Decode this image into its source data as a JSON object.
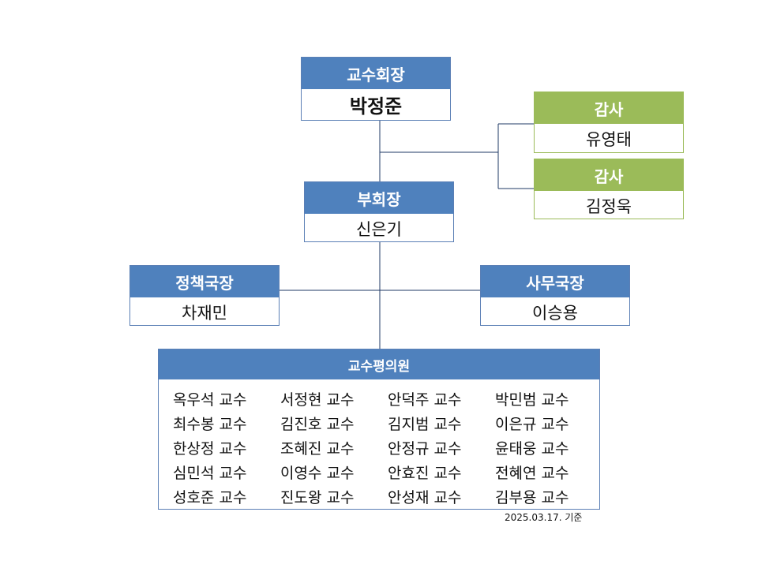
{
  "president": {
    "title": "교수회장",
    "name": "박정준"
  },
  "vice_president": {
    "title": "부회장",
    "name": "신은기"
  },
  "auditors": [
    {
      "title": "감사",
      "name": "유영태"
    },
    {
      "title": "감사",
      "name": "김정욱"
    }
  ],
  "policy_director": {
    "title": "정책국장",
    "name": "차재민"
  },
  "office_director": {
    "title": "사무국장",
    "name": "이승용"
  },
  "council": {
    "title": "교수평의원",
    "members": [
      "옥우석 교수",
      "서정현 교수",
      "안덕주 교수",
      "박민범 교수",
      "최수봉 교수",
      "김진호 교수",
      "김지범 교수",
      "이은규 교수",
      "한상정 교수",
      "조혜진 교수",
      "안정규 교수",
      "윤태웅 교수",
      "심민석 교수",
      "이영수 교수",
      "안효진 교수",
      "전혜연 교수",
      "성호준 교수",
      "진도왕 교수",
      "안성재 교수",
      "김부용 교수"
    ]
  },
  "as_of_date": "2025.03.17. 기준",
  "colors": {
    "header_blue": "#4f81bd",
    "header_green": "#9bbb59",
    "line": "#1f3864"
  }
}
